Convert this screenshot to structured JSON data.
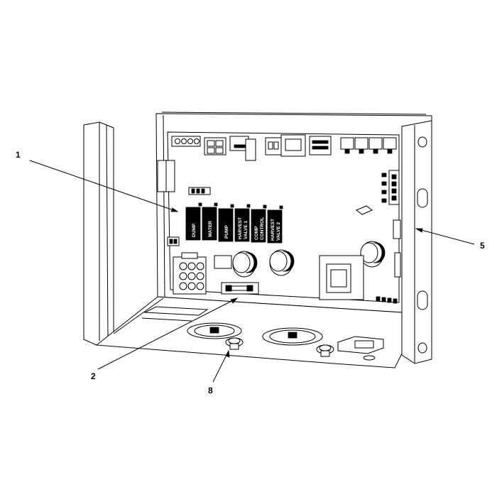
{
  "callouts": [
    {
      "id": "1",
      "label": "1"
    },
    {
      "id": "2",
      "label": "2"
    },
    {
      "id": "5",
      "label": "5"
    },
    {
      "id": "8",
      "label": "8"
    }
  ],
  "relays": [
    {
      "line1": "DUMP",
      "line2": ""
    },
    {
      "line1": "WATER",
      "line2": ""
    },
    {
      "line1": "PUMP",
      "line2": ""
    },
    {
      "line1": "HARVEST",
      "line2": "VALVE 1"
    },
    {
      "line1": "COMP",
      "line2": "CONTROL"
    },
    {
      "line1": "HARVEST",
      "line2": "VALVE 2"
    }
  ]
}
